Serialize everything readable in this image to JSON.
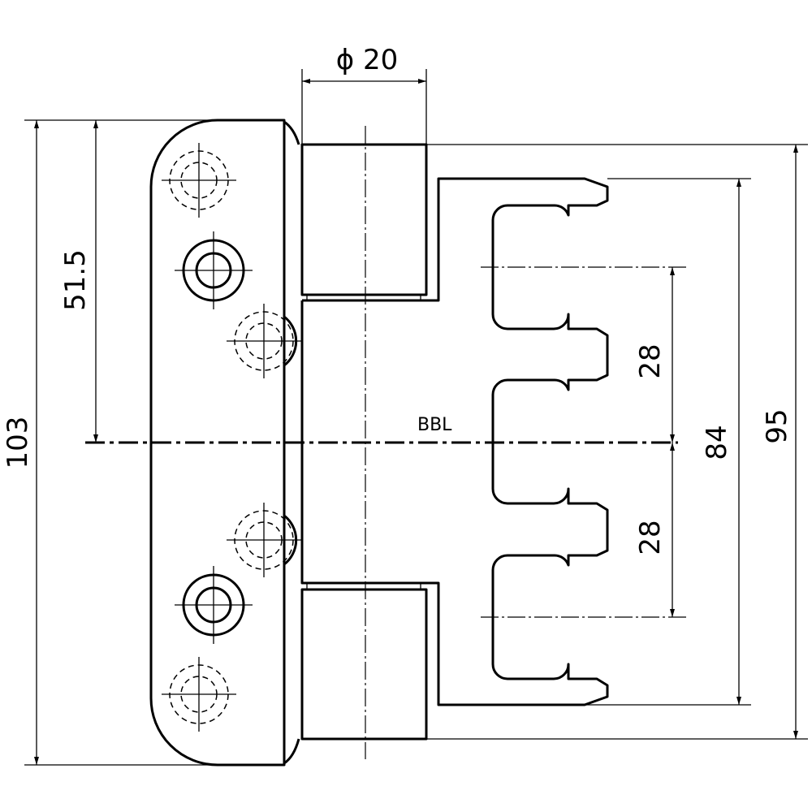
{
  "drawing": {
    "reference_line_label": "BBL",
    "dimensions": {
      "knuckle_diameter": "ϕ 20",
      "overall_height": "103",
      "plate_to_bbl": "51.5",
      "upper_slot_pitch": "28",
      "lower_slot_pitch": "28",
      "slot_span": "84",
      "knuckle_height": "95"
    }
  },
  "colors": {
    "line": "#000000",
    "background": "#ffffff"
  }
}
